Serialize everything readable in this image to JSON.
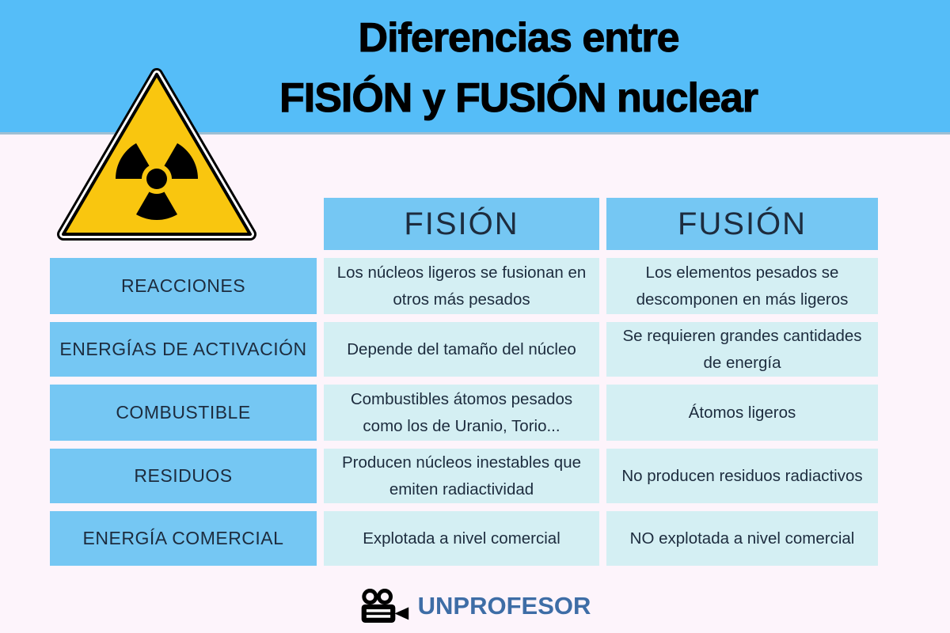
{
  "colors": {
    "banner-blue": "#55BDF8",
    "cell-blue": "#75C7F3",
    "cell-cyan": "#D4EFF3",
    "bg-pink": "#FDF4FB",
    "text-navy": "#1D2C3E",
    "sign-yellow": "#F9C60F",
    "logo-blue": "#3E6DA6"
  },
  "banner": {
    "title_line1": "Diferencias entre",
    "title_line2": "FISIÓN y FUSIÓN nuclear"
  },
  "warning_sign": {
    "name": "radiation-warning-sign"
  },
  "table": {
    "columns": [
      "FISIÓN",
      "FUSIÓN"
    ],
    "rows": [
      {
        "label": "REACCIONES",
        "fision": "Los núcleos ligeros se fusionan en otros más pesados",
        "fusion": "Los elementos pesados se descomponen en más ligeros"
      },
      {
        "label": "ENERGÍAS DE ACTIVACIÓN",
        "fision": "Depende del tamaño del núcleo",
        "fusion": "Se requieren grandes cantidades de energía"
      },
      {
        "label": "COMBUSTIBLE",
        "fision": "Combustibles átomos pesados como los de Uranio, Torio...",
        "fusion": "Átomos ligeros"
      },
      {
        "label": "RESIDUOS",
        "fision": "Producen núcleos inestables que emiten radiactividad",
        "fusion": "No producen residuos radiactivos"
      },
      {
        "label": "ENERGÍA COMERCIAL",
        "fision": "Explotada a nivel comercial",
        "fusion": "NO explotada a nivel comercial"
      }
    ]
  },
  "footer": {
    "logo_text": "UNPROFESOR"
  }
}
